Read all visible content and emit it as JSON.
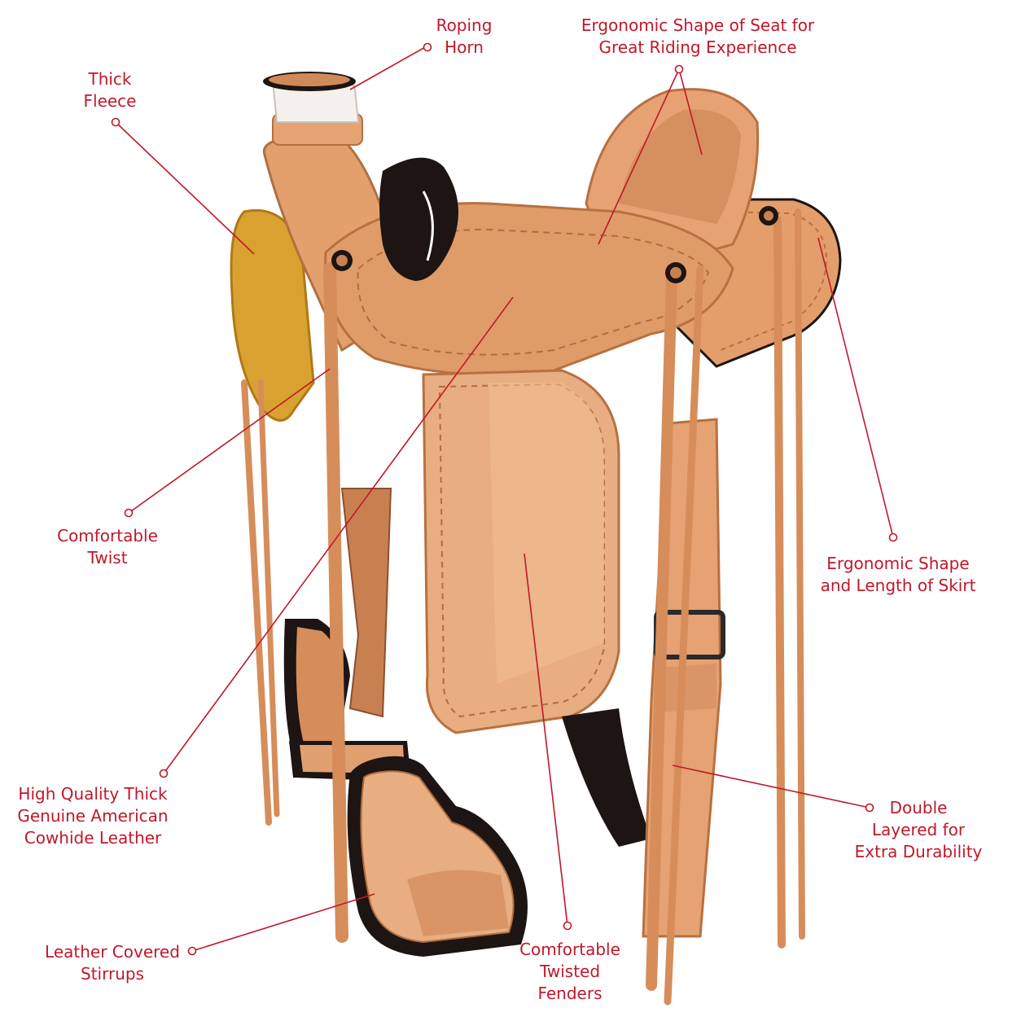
{
  "colors": {
    "accent": "#c0182a",
    "leather": "#e6a272",
    "leather_dark": "#c98050",
    "seat": "#d99565",
    "fleece": "#d9a230",
    "dark_leather": "#1c1513",
    "background": "#ffffff"
  },
  "callouts": [
    {
      "id": "roping-horn",
      "lines": [
        "Roping",
        "Horn"
      ]
    },
    {
      "id": "seat",
      "lines": [
        "Ergonomic Shape of Seat for",
        "Great Riding Experience"
      ]
    },
    {
      "id": "fleece",
      "lines": [
        "Thick",
        "Fleece"
      ]
    },
    {
      "id": "twist",
      "lines": [
        "Comfortable",
        "Twist"
      ]
    },
    {
      "id": "skirt",
      "lines": [
        "Ergonomic Shape",
        "and Length of Skirt"
      ]
    },
    {
      "id": "leather",
      "lines": [
        "High Quality Thick",
        "Genuine American",
        "Cowhide Leather"
      ]
    },
    {
      "id": "double",
      "lines": [
        "Double",
        "Layered for",
        "Extra Durability"
      ]
    },
    {
      "id": "stirrups",
      "lines": [
        "Leather Covered",
        "Stirrups"
      ]
    },
    {
      "id": "fenders",
      "lines": [
        "Comfortable",
        "Twisted",
        "Fenders"
      ]
    }
  ]
}
